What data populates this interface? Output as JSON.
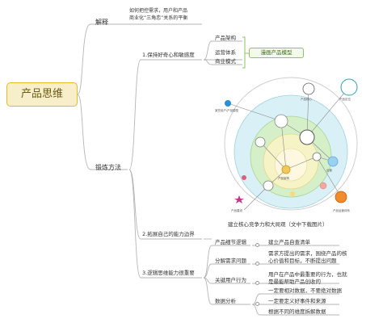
{
  "root": {
    "label": "产品思维"
  },
  "branch_explain": {
    "label": "解释",
    "text_line1": "如何把控需求，用户和产品",
    "text_line2": "商业化“三角恋”关系的平衡"
  },
  "branch_method": {
    "label": "锻炼方法",
    "item1": {
      "label": "1.保持好奇心和敏感度",
      "sub": [
        "产品架构",
        "运营体系",
        "商业模式"
      ],
      "model_label": "漫画产品模型"
    },
    "figure": {
      "caption": "建立核心竞争力和大局观（文中下载图片）",
      "top_left_label": "某些用户/产品模型",
      "top_center_label": "产品核心",
      "right_label_1": "产品定位",
      "right_label_2": "运营",
      "mid_label": "产品架构",
      "bottom_right_label": "产品运营体系",
      "bottom_left_label": "产品建设"
    },
    "item2": {
      "label": "2.拓展自己的能力边界"
    },
    "item3": {
      "label": "3.逻辑思维能力很重要",
      "groups": [
        {
          "label": "产品细节逻辑",
          "leaves": [
            "建立产品自查清单"
          ]
        },
        {
          "label": "分解需求问题",
          "leaves": [
            "需求方提出的需求，围绕产品的核",
            "心价值和目标，不断提出问题"
          ]
        },
        {
          "label": "关键用户行为",
          "leaves": [
            "用户在产品中最重要的行为，也就",
            "是最能帮助产品创收的"
          ]
        },
        {
          "label": "数据分析",
          "leaves": [
            "一定要相对数据，不要绝对数据",
            "一定要定义好事件和来源",
            "根据不同的维度拆解数据"
          ]
        }
      ]
    }
  },
  "colors": {
    "root_border": "#e0ba2a",
    "root_fill": "#f7efc9",
    "line": "#b5b5b5",
    "model": "#8cc55a"
  }
}
